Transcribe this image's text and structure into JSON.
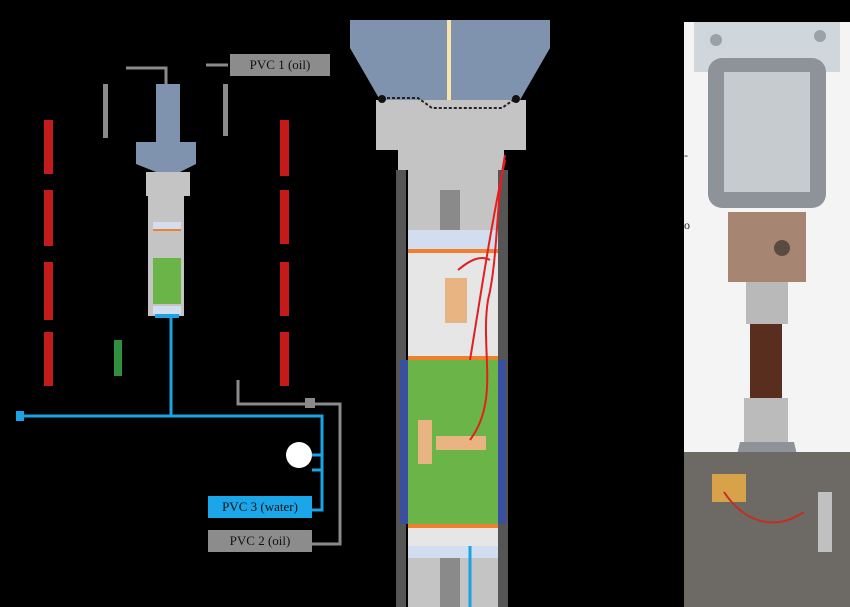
{
  "labels": {
    "pvc1": "PVC 1 (oil)",
    "pvc2": "PVC 2 (oil)",
    "pvc3": "PVC 3 (water)"
  },
  "photo_fragments": {
    "a": "-",
    "b": "o"
  },
  "colors": {
    "oil_line": "#8a8a8a",
    "water_line": "#1ba3e6",
    "piston": "#7f93ae",
    "cell_body": "#c4c4c4",
    "sample": "#6bb548",
    "end_cap": "#d2ddf0",
    "porous_disc": "#f0d8c0",
    "orange_band": "#f07f2e",
    "tie_rod": "#c41a1a",
    "drain_hatch": "#2f8f3f",
    "membrane": "#3a4fa0",
    "wire": "#e02020",
    "strain_gauge": "#e8b482"
  }
}
